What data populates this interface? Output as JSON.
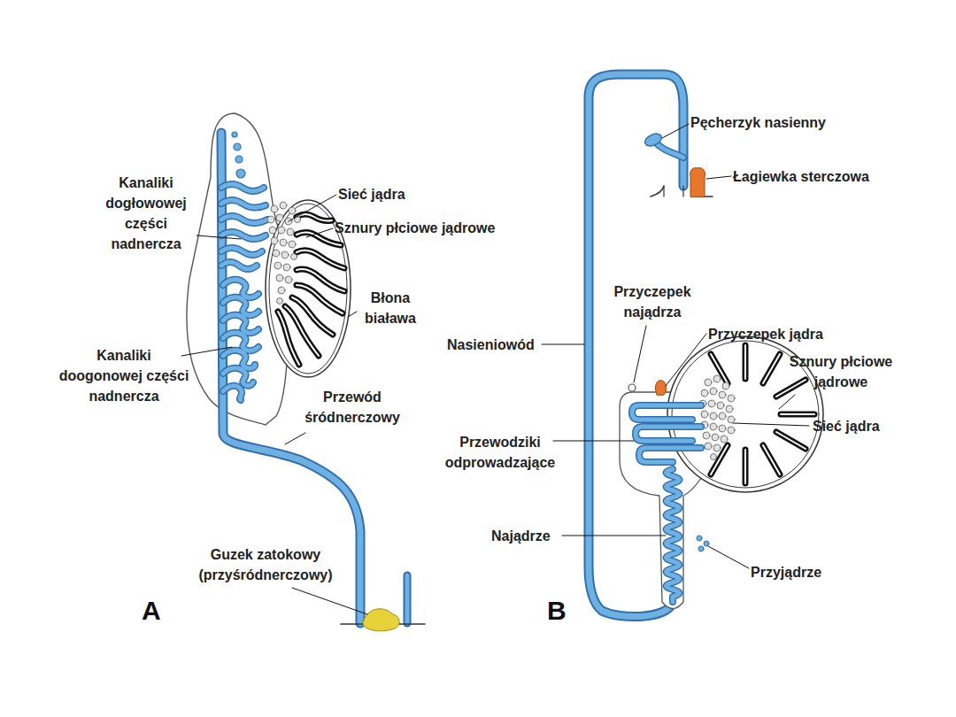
{
  "diagram": {
    "labels": [
      "Kanaliki dogłowowej części nadnercza",
      "Sieć jądra",
      "Sznury płciowe jądrowe",
      "Błona biaława",
      "Kanaliki doogonowej części nadnercza",
      "Przewód śródnerczowy",
      "Guzek zatokowy (przyśródnerczowy)",
      "A",
      "Pęcherzyk nasienny",
      "Łagiewka sterczowa",
      "Przyczepek najądrza",
      "Przyczepek jądra",
      "Nasieniowód",
      "Sznury płciowe jądrowe",
      "Sieć jądra",
      "Przewodziki odprowadzające",
      "Najądrze",
      "Przyjądrze",
      "B"
    ]
  }
}
